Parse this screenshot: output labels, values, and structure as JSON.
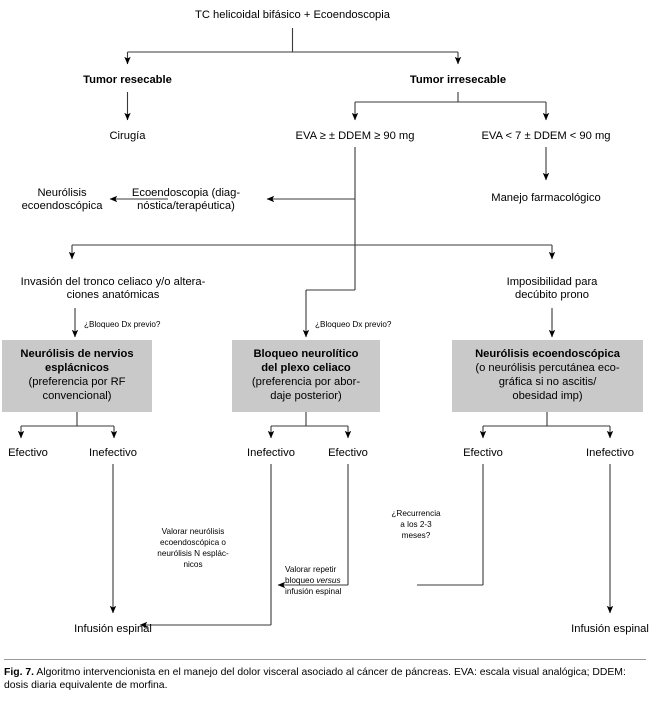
{
  "figure": {
    "label": "Fig. 7.",
    "caption": "Algoritmo intervencionista en el manejo del dolor visceral asociado al cáncer de páncreas. EVA: escala visual analógica; DDEM: dosis diaria equivalente de morfina."
  },
  "nodes": {
    "root": "TC helicoidal bifásico + Ecoendoscopia",
    "tumor_resecable": "Tumor resecable",
    "tumor_irresecable": "Tumor irresecable",
    "cirugia": "Cirugía",
    "eva_alta": "EVA ≥ ± DDEM ≥ 90 mg",
    "eva_baja": "EVA < 7 ± DDEM < 90 mg",
    "manejo_farmacologico": "Manejo farmacológico",
    "ecoendoscopia_l1": "Ecoendoscopia (diag-",
    "ecoendoscopia_l2": "nóstica/terapéutica)",
    "neurolisis_eco_l1": "Neurólisis",
    "neurolisis_eco_l2": "ecoendoscópica",
    "invasion_l1": "Invasión del tronco celiaco y/o altera-",
    "invasion_l2": "ciones anatómicas",
    "imposibilidad_l1": "Imposibilidad para",
    "imposibilidad_l2": "decúbito prono",
    "bloqueo_dx_previo": "¿Bloqueo Dx previo?"
  },
  "boxes": [
    {
      "name": "neurolisis-nervios-esplacnicos",
      "lines": [
        {
          "text": "Neurólisis de nervios",
          "bold": true
        },
        {
          "text": "esplácnicos",
          "bold": true
        },
        {
          "text": "(preferencia por RF",
          "bold": false
        },
        {
          "text": "convencional)",
          "bold": false
        }
      ]
    },
    {
      "name": "bloqueo-neurolitico-plexo-celiaco",
      "lines": [
        {
          "text": "Bloqueo neurolítico",
          "bold": true
        },
        {
          "text": "del plexo celiaco",
          "bold": true
        },
        {
          "text": "(preferencia por abor-",
          "bold": false
        },
        {
          "text": "daje posterior)",
          "bold": false
        }
      ]
    },
    {
      "name": "neurolisis-ecoendoscopica",
      "lines": [
        {
          "text": "Neurólisis ecoendoscópica",
          "bold": true
        },
        {
          "text": "(o neurólisis percutánea eco-",
          "bold": false
        },
        {
          "text": "gráfica si no ascitis/",
          "bold": false
        },
        {
          "text": "obesidad imp)",
          "bold": false
        }
      ]
    }
  ],
  "outcomes": {
    "efectivo": "Efectivo",
    "inefectivo": "Inefectivo"
  },
  "notes": {
    "valorar_neurolisis": [
      "Valorar neurólisis",
      "ecoendoscópica o",
      "neurólisis N esplác-",
      "nicos"
    ],
    "recurrencia": [
      "¿Recurrencia",
      "a los 2-3",
      "meses?"
    ],
    "valorar_repetir_1": "Valorar repetir",
    "valorar_repetir_2a": "bloqueo ",
    "valorar_repetir_2b": "versus",
    "valorar_repetir_3": "infusión espinal"
  },
  "terminals": {
    "infusion_espinal": "Infusión espinal"
  },
  "colors": {
    "box_fill": "#c9c9c9",
    "line": "#3a3a3a",
    "text": "#000000",
    "background": "#ffffff"
  }
}
